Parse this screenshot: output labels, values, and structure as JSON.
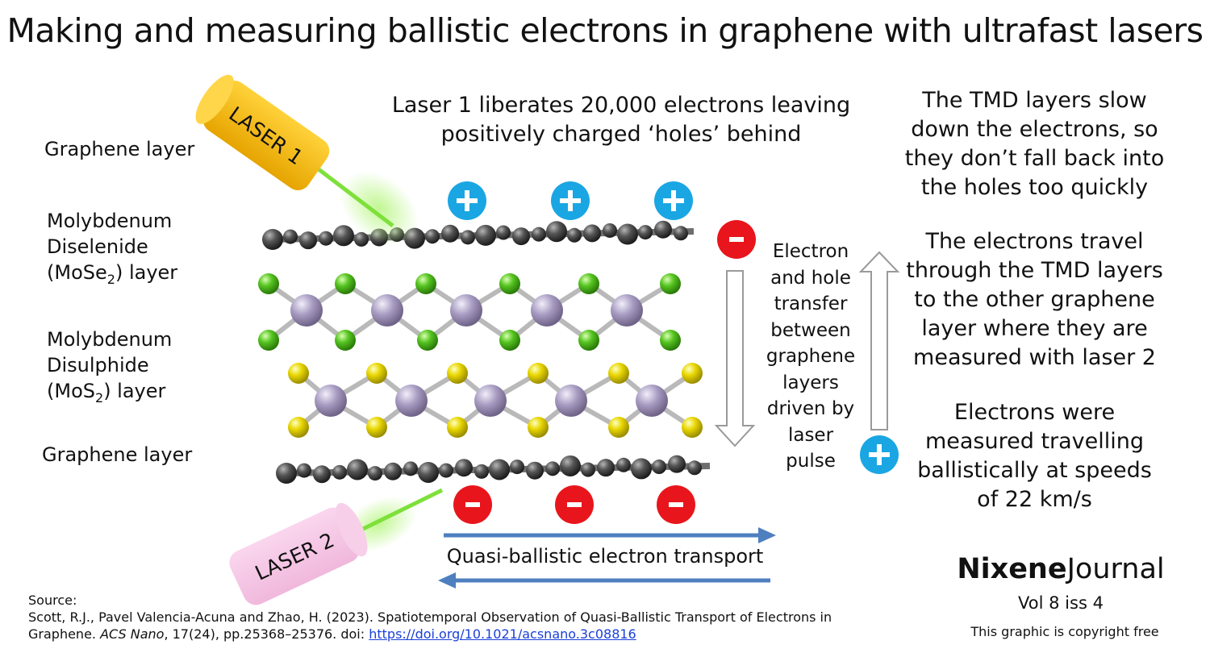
{
  "title": "Making and measuring ballistic electrons in graphene with ultrafast lasers",
  "labels": {
    "graphene_top": "Graphene layer",
    "mose2_line1": "Molybdenum",
    "mose2_line2": "Diselenide",
    "mose2_line3_pre": "(MoSe",
    "mose2_line3_sub": "2",
    "mose2_line3_post": ") layer",
    "mos2_line1": "Molybdenum",
    "mos2_line2": "Disulphide",
    "mos2_line3_pre": "(MoS",
    "mos2_line3_sub": "2",
    "mos2_line3_post": ") layer",
    "graphene_bottom": "Graphene layer"
  },
  "lasers": {
    "laser1": "LASER 1",
    "laser2": "LASER 2"
  },
  "center_note": {
    "line1": "Laser 1 liberates 20,000 electrons leaving",
    "line2": "positively charged ‘holes’ behind"
  },
  "transfer_note": [
    "Electron",
    "and hole",
    "transfer",
    "between",
    "graphene",
    "layers",
    "driven by",
    "laser",
    "pulse"
  ],
  "right_notes": {
    "note1": [
      "The TMD layers slow",
      "down the electrons, so",
      "they don’t fall back into",
      "the holes too quickly"
    ],
    "note2": [
      "The electrons travel",
      "through the TMD layers",
      "to the other graphene",
      "layer where they are",
      "measured  with laser 2"
    ],
    "note3": [
      "Electrons were",
      "measured travelling",
      "ballistically at speeds",
      "of 22 km/s"
    ]
  },
  "transport_label": "Quasi-ballistic electron transport",
  "charges": {
    "plus": "+",
    "minus": "-"
  },
  "source": {
    "heading": "Source:",
    "line1": "Scott, R.J., Pavel Valencia-Acuna and Zhao, H. (2023). Spatiotemporal Observation of Quasi-Ballistic Transport of Electrons in",
    "line2_pre": "Graphene. ",
    "journal": "ACS Nano",
    "line2_mid": ", 17(24), pp.25368–25376. doi: ",
    "doi": "https://doi.org/10.1021/acsnano.3c08816"
  },
  "journal_brand": {
    "bold": "Nixene",
    "regular": "Journal",
    "issue": "Vol 8  iss 4",
    "copyright": "This graphic is copyright free"
  },
  "colors": {
    "graphene_atom": "#4a4a4a",
    "selenium": "#55c421",
    "sulfur": "#e8d600",
    "molybdenum": "#a69ac0",
    "hole": "#1aa6e3",
    "electron": "#e8161c",
    "laser1": "#f2b705",
    "laser2": "#f5c6e6",
    "beam": "#7ee03a",
    "transport_arrow": "#4e7fbf"
  },
  "icons": {
    "hole_icon": "plus-circle",
    "electron_icon": "minus-circle",
    "arrow_down": "hollow-arrow-down",
    "arrow_up": "hollow-arrow-up"
  }
}
